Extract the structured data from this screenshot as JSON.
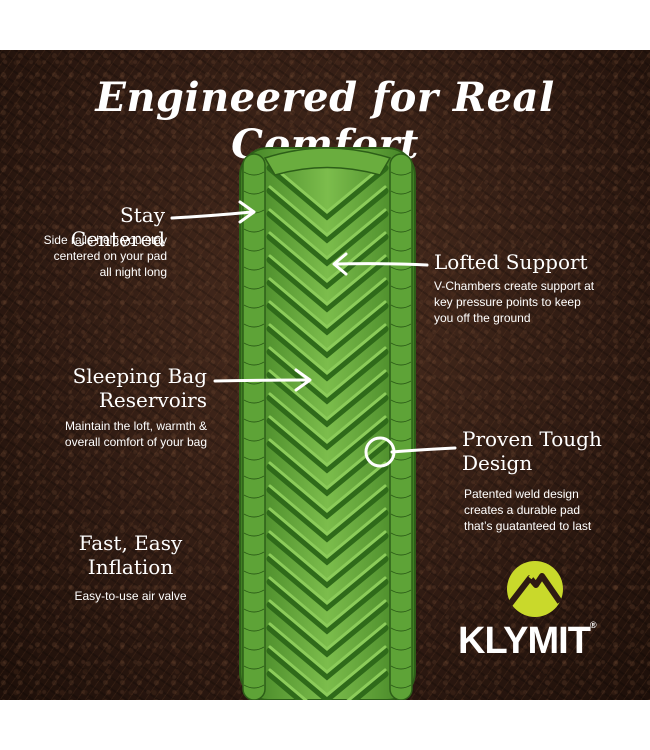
{
  "title": "Engineered for Real Comfort",
  "colors": {
    "mat_green": "#6fb043",
    "mat_dark": "#2f6a1a",
    "soil": "#2e1a12",
    "text": "#ffffff",
    "logo_yellow": "#c9d92b"
  },
  "callouts": {
    "stay_centered": {
      "heading": "Stay Centered",
      "lines": [
        "Side rails help you stay",
        "centered on your pad",
        "all night long"
      ]
    },
    "lofted_support": {
      "heading": "Lofted Support",
      "lines": [
        "V-Chambers create support at",
        "key pressure points to keep",
        "you off the ground"
      ]
    },
    "sleeping_bag": {
      "heading_lines": [
        "Sleeping Bag",
        "Reservoirs"
      ],
      "lines": [
        "Maintain the loft, warmth &",
        "overall comfort of your bag"
      ]
    },
    "proven_tough": {
      "heading_lines": [
        "Proven Tough",
        "Design"
      ],
      "lines": [
        "Patented weld design",
        "creates a durable pad",
        "that’s guatanteed to last"
      ]
    },
    "fast_easy": {
      "heading_lines": [
        "Fast, Easy",
        "Inflation"
      ],
      "lines": [
        "Easy-to-use air valve"
      ]
    }
  },
  "brand": {
    "name": "KLYMIT",
    "registered": "®",
    "logo_icon": "mountain-circle-icon"
  }
}
